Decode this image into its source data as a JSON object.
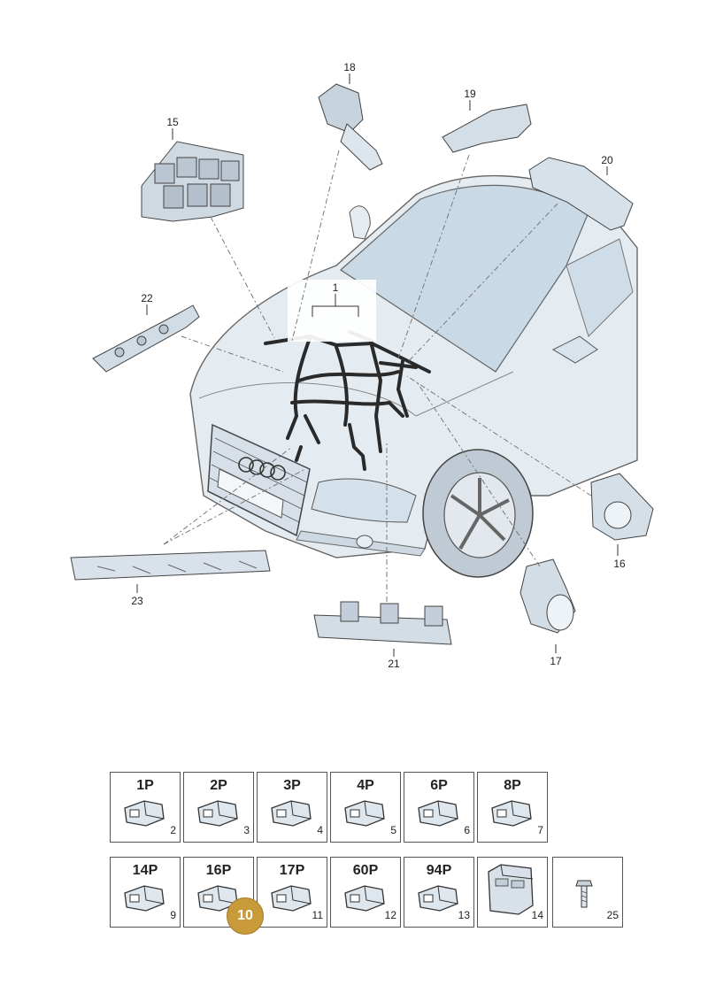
{
  "callouts": {
    "c1": "1",
    "c15": "15",
    "c16": "16",
    "c17": "17",
    "c18": "18",
    "c19": "19",
    "c20": "20",
    "c21": "21",
    "c22": "22",
    "c23": "23"
  },
  "connectors": [
    {
      "code": "1P",
      "num": "2"
    },
    {
      "code": "2P",
      "num": "3"
    },
    {
      "code": "3P",
      "num": "4"
    },
    {
      "code": "4P",
      "num": "5"
    },
    {
      "code": "6P",
      "num": "6"
    },
    {
      "code": "8P",
      "num": "7"
    },
    {
      "code": "14P",
      "num": "9"
    },
    {
      "code": "16P",
      "num": "10"
    },
    {
      "code": "17P",
      "num": "11"
    },
    {
      "code": "60P",
      "num": "12"
    },
    {
      "code": "94P",
      "num": "13"
    },
    {
      "code": "",
      "num": "14"
    },
    {
      "code": "",
      "num": "25"
    }
  ],
  "badge": "10",
  "colors": {
    "badge": "#c99a3a",
    "car_tint": "#dbe6ef",
    "harness": "#2a2a2a"
  }
}
